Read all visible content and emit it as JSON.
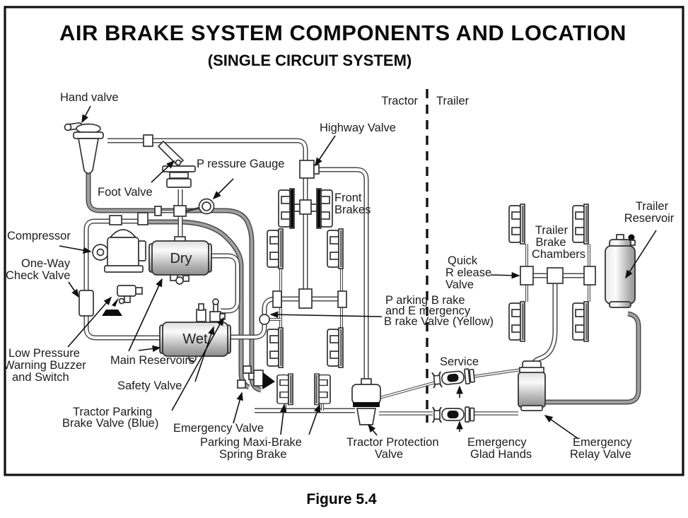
{
  "diagram": {
    "title": "AIR BRAKE SYSTEM COMPONENTS AND LOCATION",
    "subtitle": "(SINGLE CIRCUIT SYSTEM)",
    "caption": "Figure 5.4",
    "colors": {
      "line": "#2a2a2a",
      "pipe_gray": "#9f9f9f",
      "paper": "#ffffff"
    },
    "labels": {
      "hand_valve": "Hand valve",
      "tractor": "Tractor",
      "trailer": "Trailer",
      "highway_valve": "Highway Valve",
      "pressure_gauge": "P ressure Gauge",
      "foot_valve": "Foot Valve",
      "front_brakes_1": "Front",
      "front_brakes_2": "Brakes",
      "compressor": "Compressor",
      "one_way_1": "One-Way",
      "one_way_2": "Check Valve",
      "dry": "Dry",
      "wet": "Wet",
      "quick_release_1": "Quick",
      "quick_release_2": "R elease",
      "quick_release_3": "Valve",
      "trailer_brake_1": "Trailer",
      "trailer_brake_2": "Brake",
      "trailer_brake_3": "Chambers",
      "trailer_reservoir_1": "Trailer",
      "trailer_reservoir_2": "Reservoir",
      "parking_emergency_1": "P arking B rake",
      "parking_emergency_2": "and E mergency",
      "parking_emergency_3": "B rake Valve (Yellow)",
      "low_pressure_1": "Low Pressure",
      "low_pressure_2": "Warning Buzzer",
      "low_pressure_3": "and Switch",
      "main_reservoirs": "Main Reservoirs",
      "safety_valve": "Safety Valve",
      "tractor_parking_1": "Tractor Parking",
      "tractor_parking_2": "Brake Valve (Blue)",
      "emergency_valve": "Emergency Valve",
      "parking_maxi_1": "Parking Maxi-Brake",
      "parking_maxi_2": "Spring Brake",
      "tractor_protection_1": "Tractor Protection",
      "tractor_protection_2": "Valve",
      "service": "Service",
      "emergency_glad_1": "Emergency",
      "emergency_glad_2": "Glad Hands",
      "emergency_relay_1": "Emergency",
      "emergency_relay_2": "Relay Valve"
    }
  }
}
